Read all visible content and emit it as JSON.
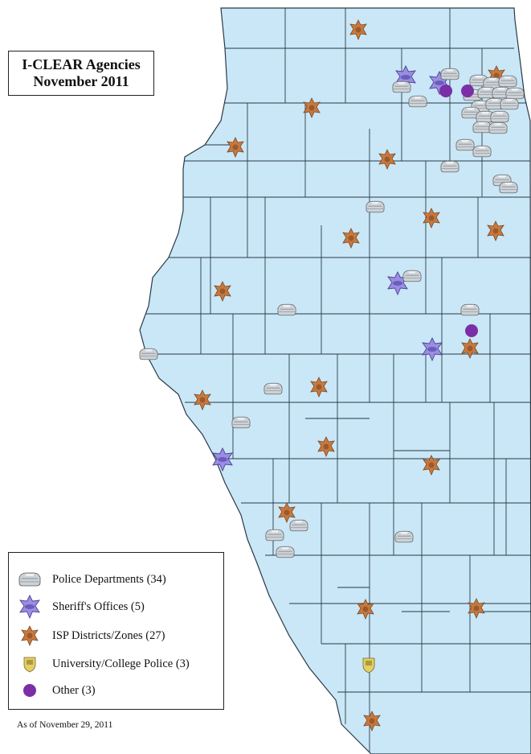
{
  "title": {
    "line1": "I-CLEAR Agencies",
    "line2": "November 2011"
  },
  "legend": [
    {
      "icon": "police-car-icon",
      "label": "Police Departments (34)"
    },
    {
      "icon": "sheriff-star-icon",
      "label": "Sheriff's Offices (5)"
    },
    {
      "icon": "isp-star-icon",
      "label": "ISP Districts/Zones (27)"
    },
    {
      "icon": "university-shield-icon",
      "label": "University/College Police (3)"
    },
    {
      "icon": "purple-dot-icon",
      "label": "Other (3)"
    }
  ],
  "as_of": "As of November 29, 2011",
  "colors": {
    "land": "#c9e7f7",
    "county_border": "#2a3a45",
    "isp": "#c8793f",
    "sheriff": "#9b8ee0",
    "police": "#c9cdd2",
    "university": "#e2cf6a",
    "other": "#7b2fa6"
  }
}
